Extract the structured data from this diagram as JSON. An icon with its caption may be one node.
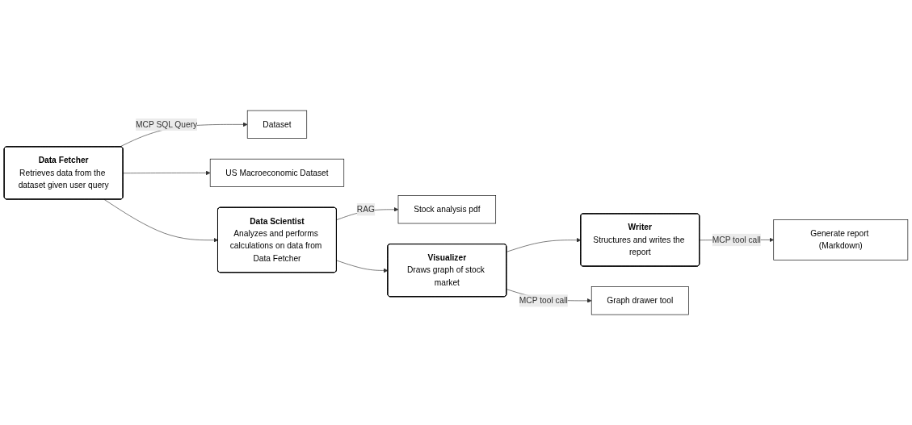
{
  "diagram": {
    "nodes": [
      {
        "text": [
          "Dataset"
        ]
      },
      {
        "text": [
          "US Macroeconomic Dataset"
        ]
      },
      {
        "text": [
          "Stock analysis pdf"
        ]
      },
      {
        "text": [
          "Data Fetcher",
          "Retrieves data from the dataset given user query"
        ]
      },
      {
        "text": [
          "Data Scientist",
          "Analyzes and performs calculations on data from Data Fetcher"
        ]
      },
      {
        "text": [
          "Visualizer",
          "Draws graph of stock market"
        ]
      },
      {
        "text": [
          "Writer",
          "Structures and writes the report"
        ]
      },
      {
        "text": [
          "Graph drawer tool"
        ]
      },
      {
        "text": [
          "Generate report (Markdown)"
        ]
      }
    ],
    "edges": [
      {
        "from": 3,
        "to": 0,
        "arrow": "to",
        "label": "MCP SQL Query"
      },
      {
        "from": 3,
        "to": 1,
        "arrow": "to"
      },
      {
        "from": 4,
        "to": 2,
        "arrow": "to",
        "label": "RAG"
      },
      {
        "from": 3,
        "to": 4,
        "arrow": "to"
      },
      {
        "from": 4,
        "to": 5,
        "arrow": "to"
      },
      {
        "from": 5,
        "to": 6,
        "arrow": "to"
      },
      {
        "from": 5,
        "to": 7,
        "arrow": "to",
        "label": "MCP tool call"
      },
      {
        "from": 6,
        "to": 8,
        "arrow": "to",
        "label": "MCP tool call"
      }
    ]
  }
}
